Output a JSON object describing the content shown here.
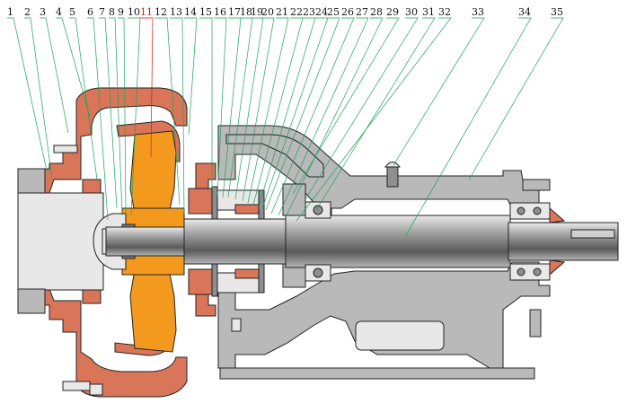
{
  "figure": {
    "part_numbers": [
      "1",
      "2",
      "3",
      "4",
      "5",
      "6",
      "7",
      "8",
      "9",
      "10",
      "11",
      "12",
      "13",
      "14",
      "15",
      "16",
      "17",
      "18",
      "19",
      "20",
      "21",
      "22",
      "23",
      "24",
      "25",
      "26",
      "27",
      "28",
      "29",
      "30",
      "31",
      "32",
      "33",
      "34",
      "35"
    ],
    "highlighted_part": "11"
  },
  "colors": {
    "casing": "#d9765a",
    "impeller": "#f39a1e",
    "bracket": "#b9b9b9",
    "shaft": "#9a9a9a",
    "leader_lines": "#1aa35a",
    "highlight": "#d4161b"
  }
}
